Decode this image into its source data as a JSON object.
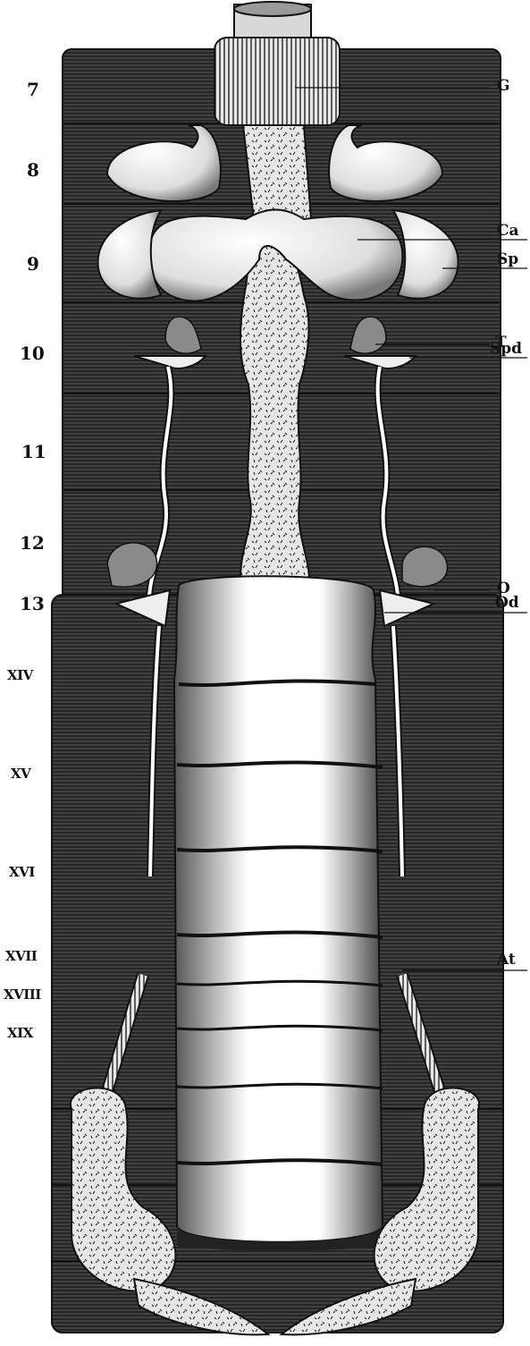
{
  "figure": {
    "segment_labels": [
      "7",
      "8",
      "9",
      "10",
      "11",
      "12",
      "13",
      "XIV",
      "XV",
      "XVI",
      "XVII",
      "XVIII",
      "XIX"
    ],
    "part_labels": {
      "gizzard": "G",
      "ca": "Ca",
      "sp": "Sp",
      "testis": "T",
      "spd": "Spd",
      "ovary": "O",
      "oviduct": "Od",
      "at": "At"
    },
    "colors": {
      "background": "#ffffff",
      "body_wall": "#2a2a2a",
      "organ_light": "#f2f2f2",
      "ink": "#111111"
    }
  }
}
